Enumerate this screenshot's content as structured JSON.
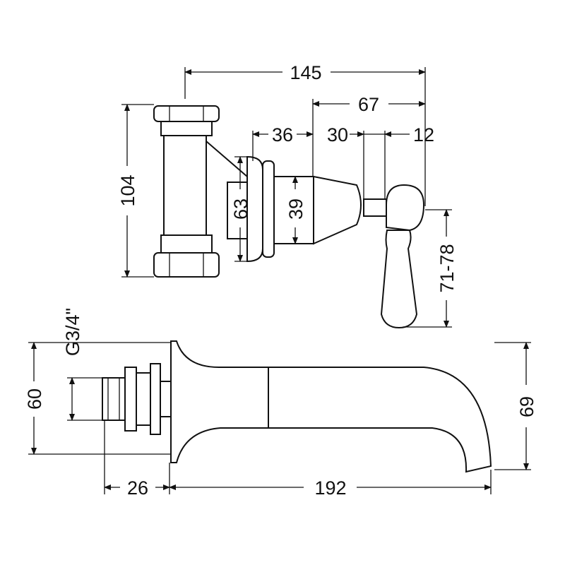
{
  "title": "Wall mounted bath spout and valve dimension drawing",
  "dimensions": {
    "valve_width": "145",
    "valve_depth": "67",
    "plate_depth": "36",
    "body_depth": "30",
    "handle_depth": "12",
    "valve_height": "104",
    "plate_diameter": "63",
    "body_diameter": "39",
    "handle_drop": "71-78",
    "thread": "G3/4\"",
    "spout_plate_height": "60",
    "spout_height": "69",
    "connector_length": "26",
    "spout_projection": "192"
  },
  "colors": {
    "line": "#111111",
    "background": "#ffffff"
  }
}
